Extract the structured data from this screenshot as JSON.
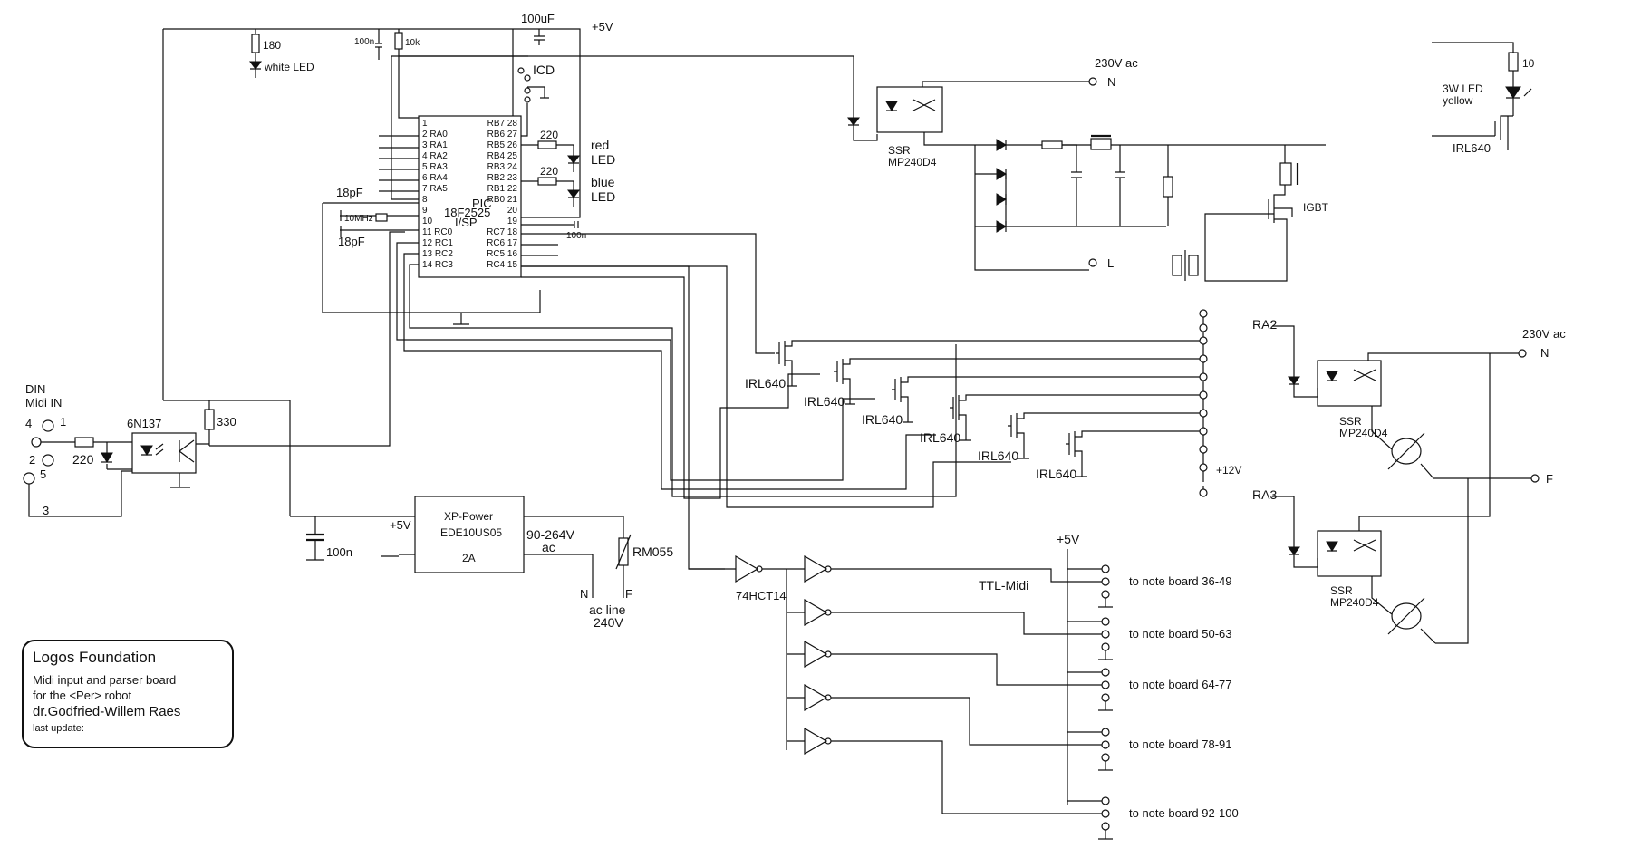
{
  "title_block": {
    "org": "Logos Foundation",
    "line1": "Midi input and parser board",
    "line2": "for the <Per> robot",
    "author": "dr.Godfried-Willem Raes",
    "last_update": "last update:"
  },
  "labels": {
    "din": "DIN",
    "midi_in": "Midi IN",
    "pin4": "4",
    "pin1": "1",
    "pin2": "2",
    "pin5": "5",
    "pin3": "3",
    "r220_in": "220",
    "opto": "6N137",
    "r330": "330",
    "r180": "180",
    "white_led": "white LED",
    "c100n_top": "100n",
    "r10k": "10k",
    "c100uF": "100uF",
    "plus5v_top": "+5V",
    "icd": "ICD",
    "r220_a": "220",
    "r220_b": "220",
    "red_led_1": "red",
    "red_led_2": "LED",
    "blue_led_1": "blue",
    "blue_led_2": "LED",
    "c18pf_a": "18pF",
    "c18pf_b": "18pF",
    "xtal": "10MHz",
    "pic_1": "PIC",
    "pic_2": "18F2525",
    "pic_3": "I/SP",
    "c100n_pin20": "100n",
    "c100n_bottom": "100n",
    "psu_plus5v": "+5V",
    "psu_name": "XP-Power",
    "psu_model": "EDE10US05",
    "psu_current": "2A",
    "psu_in_1": "90-264V",
    "psu_in_2": "ac",
    "rm055": "RM055",
    "ac_n": "N",
    "ac_f": "F",
    "ac_line_1": "ac line",
    "ac_line_2": "240V",
    "ssr_top_1": "SSR",
    "ssr_top_2": "MP240D4",
    "ac230_top": "230V ac",
    "n_top": "N",
    "l_top": "L",
    "igbt": "IGBT",
    "led3w_r": "10",
    "led3w_1": "3W LED",
    "led3w_2": "yellow",
    "irl_top_right": "IRL640",
    "irl1": "IRL640",
    "irl2": "IRL640",
    "irl3": "IRL640",
    "irl4": "IRL640",
    "irl5": "IRL640",
    "irl6": "IRL640",
    "plus12v": "+12V",
    "ra2": "RA2",
    "ra3": "RA3",
    "ac230_right": "230V ac",
    "n_right": "N",
    "f_right": "F",
    "ssr_r1_1": "SSR",
    "ssr_r1_2": "MP240D4",
    "ssr_r2_1": "SSR",
    "ssr_r2_2": "MP240D4",
    "hct": "74HCT14",
    "ttl_midi": "TTL-Midi",
    "plus5v_ttl": "+5V",
    "note1": "to note board 36-49",
    "note2": "to note board 50-63",
    "note3": "to note board 64-77",
    "note4": "to note board 78-91",
    "note5": "to note board 92-100"
  },
  "pic_pins_left": [
    "1",
    "2 RA0",
    "3 RA1",
    "4 RA2",
    "5 RA3",
    "6 RA4",
    "7 RA5",
    "8",
    "9",
    "10",
    "11 RC0",
    "12 RC1",
    "13 RC2",
    "14 RC3"
  ],
  "pic_pins_right": [
    "RB7 28",
    "RB6 27",
    "RB5 26",
    "RB4 25",
    "RB3 24",
    "RB2 23",
    "RB1 22",
    "RB0 21",
    "20",
    "19",
    "RC7 18",
    "RC6 17",
    "RC5 16",
    "RC4 15"
  ]
}
